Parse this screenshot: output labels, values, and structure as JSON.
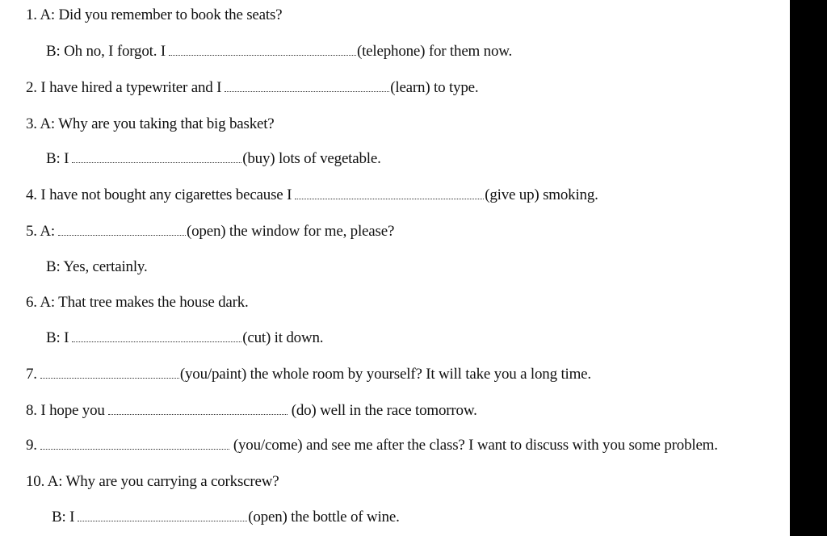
{
  "exercise": {
    "items": [
      {
        "number": "1.",
        "a_prefix": "A: Did you remember to book the seats?",
        "b_prefix": "B: Oh no, I forgot. I",
        "b_suffix": "(telephone) for them now."
      },
      {
        "number": "2.",
        "prefix": "I have hired a typewriter and I",
        "suffix": "(learn) to type."
      },
      {
        "number": "3.",
        "a_prefix": "A: Why are you taking that big basket?",
        "b_prefix": "B: I",
        "b_suffix": "(buy) lots of vegetable."
      },
      {
        "number": "4.",
        "prefix": "I have not bought any cigarettes because I",
        "suffix": "(give up) smoking."
      },
      {
        "number": "5.",
        "a_prefix": "A:",
        "a_suffix": "(open) the window for me, please?",
        "b_text": "B: Yes, certainly."
      },
      {
        "number": "6.",
        "a_prefix": "A: That tree makes the house dark.",
        "b_prefix": "B: I",
        "b_suffix": "(cut) it down."
      },
      {
        "number": "7.",
        "suffix": "(you/paint) the whole room by yourself? It will take you a long time."
      },
      {
        "number": "8.",
        "prefix": "I hope you",
        "suffix": "(do) well in the race tomorrow."
      },
      {
        "number": "9.",
        "suffix": "(you/come) and see me after the class? I want to discuss with you some problem."
      },
      {
        "number": "10.",
        "a_prefix": "A: Why are you carrying a corkscrew?",
        "b_prefix": "B: I",
        "b_suffix": "(open) the bottle of wine."
      }
    ]
  },
  "colors": {
    "page_background": "#ffffff",
    "frame_background": "#000000",
    "text": "#111111"
  }
}
